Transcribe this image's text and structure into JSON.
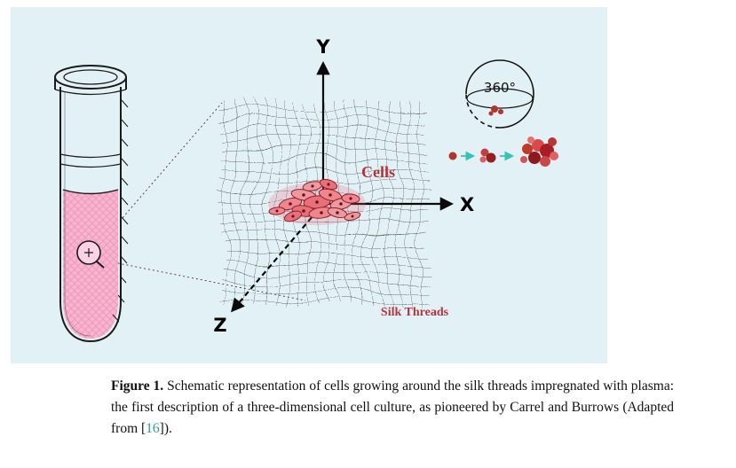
{
  "panel": {
    "axis_y": "Y",
    "axis_x": "X",
    "axis_z": "Z",
    "cells_label": "Cells",
    "silk_threads_label": "Silk Threads",
    "rotation_label": "360°"
  },
  "caption": {
    "label": "Figure 1.",
    "body": " Schematic representation of cells growing around the silk threads impregnated with plasma: the first description of a three-dimensional cell culture, as pioneered by Carrel and Burrows (Adapted from [",
    "reference": "16",
    "tail": "])."
  },
  "colors": {
    "panel_background": "#e2f1f5",
    "plasma_pink": "#f7b4cd",
    "cell_red": "#b5332b",
    "label_red": "#b4343c",
    "arrow_teal": "#35c4b4",
    "reference_teal": "#2e9c93",
    "ink": "#1a1a1a"
  }
}
